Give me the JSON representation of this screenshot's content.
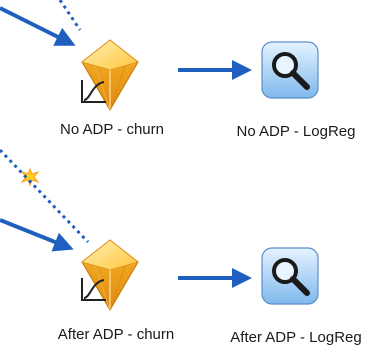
{
  "stream": {
    "rows": [
      {
        "model_label": "No ADP - churn",
        "output_label": "No ADP - LogReg"
      },
      {
        "model_label": "After ADP - churn",
        "output_label": "After ADP - LogReg"
      }
    ]
  },
  "colors": {
    "connector": "#1f5fbf",
    "diamond_light": "#ffd86a",
    "diamond_dark": "#f0a020",
    "output_bg_light": "#d6ecff",
    "output_bg_dark": "#7fb8ec",
    "label_text": "#1a1a1a"
  },
  "icons": {
    "model_node": "gold-diamond-model-nugget-icon",
    "output_node": "magnifier-output-icon",
    "curve_badge": "logistic-curve-icon",
    "spark": "starburst-spark-icon"
  }
}
